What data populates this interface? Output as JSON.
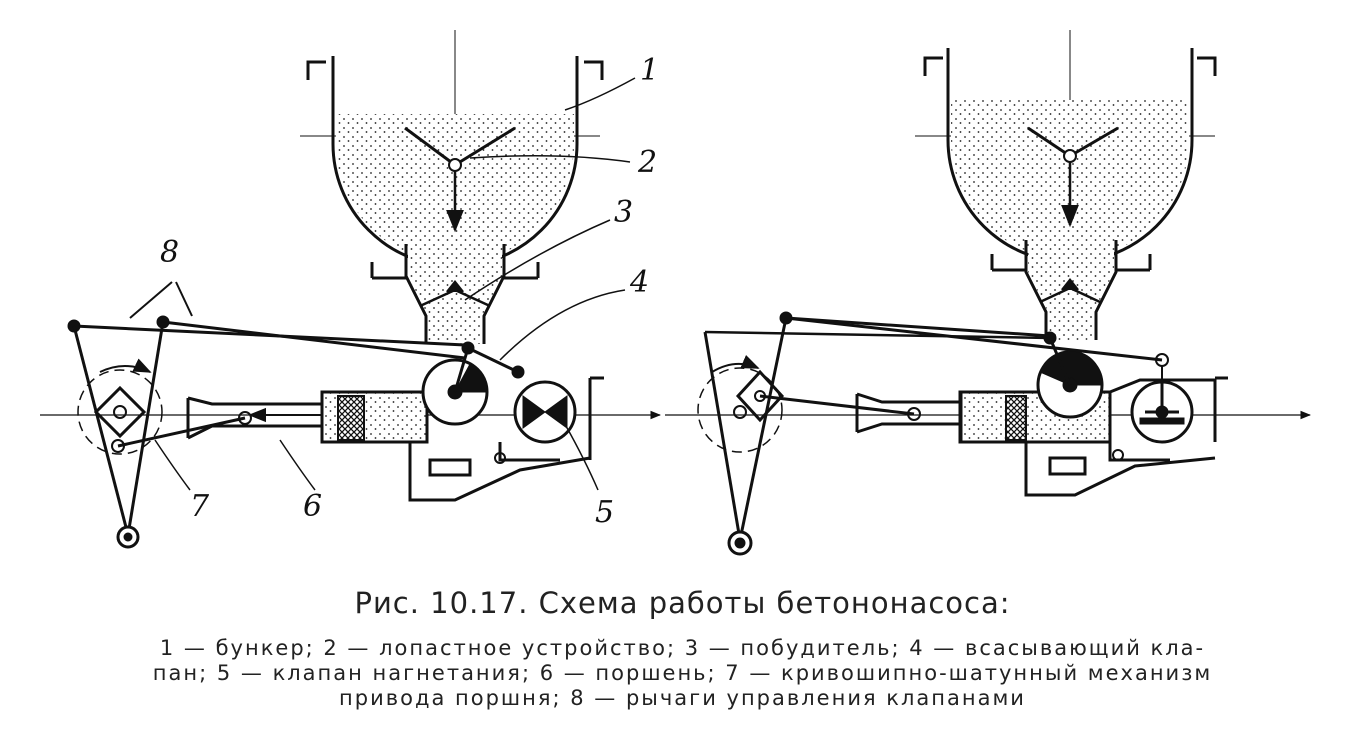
{
  "figure": {
    "labels": {
      "n1": "1",
      "n2": "2",
      "n3": "3",
      "n4": "4",
      "n5": "5",
      "n6": "6",
      "n7": "7",
      "n8": "8"
    }
  },
  "caption": {
    "title": "Рис. 10.17. Схема работы бетононасоса:",
    "legend_line1": "1 — бункер; 2 — лопастное устройство; 3 — побудитель; 4 — всасывающий кла-",
    "legend_line2": "пан; 5 — клапан нагнетания; 6 — поршень; 7 — кривошипно-шатунный механизм",
    "legend_line3": "привода поршня; 8 — рычаги управления клапанами"
  }
}
